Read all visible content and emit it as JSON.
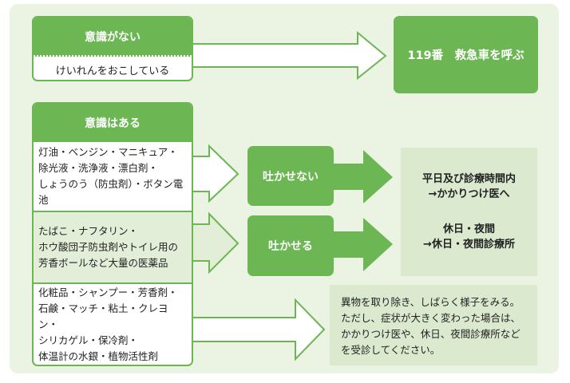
{
  "colors": {
    "accent_green": "#6cb653",
    "background": "#ebf3e3",
    "panel_green": "#dbe9cf",
    "row_alt": "#e2eed8"
  },
  "unconscious": {
    "header": "意識がない",
    "condition": "けいれんをおこしている",
    "action": "119番　救急車を呼ぶ"
  },
  "conscious": {
    "header": "意識はある",
    "rows": [
      {
        "lines": [
          "灯油・ベンジン・マニキュア・",
          "除光液・洗浄液・漂白剤・",
          "しょうのう（防虫剤）・ボタン電池"
        ]
      },
      {
        "lines": [
          "たばこ・ナフタリン・",
          "ホウ酸団子防虫剤やトイレ用の",
          "芳香ボールなど大量の医薬品"
        ]
      },
      {
        "lines": [
          "化粧品・シャンプー・芳香剤・",
          "石鹸・マッチ・粘土・クレヨン・",
          "シリカゲル・保冷剤・",
          "体温計の水銀・植物活性剤"
        ]
      }
    ]
  },
  "decisions": {
    "no_vomit": "吐かせない",
    "vomit": "吐かせる"
  },
  "destinations": {
    "weekday_line1": "平日及び診療時間内",
    "weekday_line2": "→かかりつけ医へ",
    "holiday_line1": "休日・夜間",
    "holiday_line2": "→休日・夜間診療所"
  },
  "note": {
    "lines": [
      "異物を取り除き、しばらく様子をみる。",
      "ただし、症状が大きく変わった場合は、",
      "かかりつけ医や、休日、夜間診療所など",
      "を受診してください。"
    ]
  },
  "icons": {
    "flow_arrow": "right-arrow-outline",
    "decision_arrow": "right-arrow-solid"
  }
}
